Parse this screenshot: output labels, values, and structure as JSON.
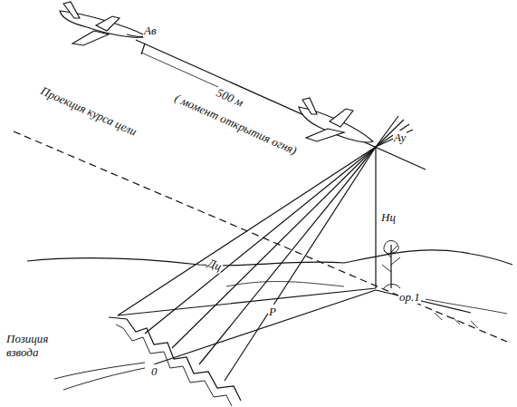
{
  "diagram": {
    "labels": [
      "Ав",
      "500 м",
      "( момент открытия огня)",
      "Ау",
      "Проекция курса цели",
      "Нц",
      "Дц",
      "ор.1",
      "Р",
      "Позиция взвода",
      "0"
    ]
  }
}
